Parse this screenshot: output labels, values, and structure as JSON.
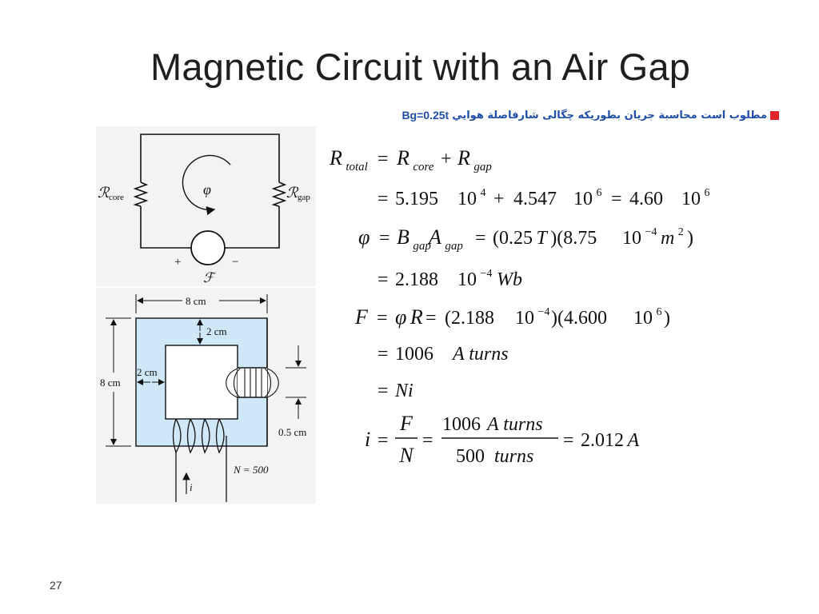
{
  "slide": {
    "title": "Magnetic Circuit with an Air Gap",
    "page_number": "27",
    "bullet": {
      "text": "مطلوب است محاسبة جريان بطوريكه چگالی شارفاصلة هوايي",
      "condition": "Bg=0.25t"
    }
  },
  "circuit_labels": {
    "r_core": "ℛ",
    "r_core_sub": "core",
    "r_gap": "ℛ",
    "r_gap_sub": "gap",
    "phi": "φ",
    "plus": "+",
    "minus": "−",
    "mmf": "ℱ"
  },
  "core_labels": {
    "width_top": "8 cm",
    "height_left": "8 cm",
    "thickness_top": "2 cm",
    "thickness_left": "2 cm",
    "gap": "0.5 cm",
    "turns": "N = 500",
    "current": "i"
  },
  "equations": {
    "e1": {
      "lhs": "R",
      "lhs_sub": "total",
      "eq": "=",
      "t1": "R",
      "t1_sub": "core",
      "plus": "+",
      "t2": "R",
      "t2_sub": "gap"
    },
    "e2": {
      "eq": "=",
      "a": "5.195",
      "b": "10",
      "b_exp": "4",
      "plus": "+",
      "c": "4.547",
      "d": "10",
      "d_exp": "6",
      "eq2": "=",
      "e": "4.60",
      "f": "10",
      "f_exp": "6"
    },
    "e3": {
      "lhs": "φ",
      "eq": "=",
      "b": "B",
      "b_sub": "gap",
      "a": "A",
      "a_sub": "gap",
      "eq2": "=",
      "open1": "(0.25",
      "T": "T",
      "close1": ")(8.75",
      "ten": "10",
      "ten_exp": "−4",
      "m": "m",
      "m_exp": "2",
      "close2": ")"
    },
    "e4": {
      "eq": "=",
      "val": "2.188",
      "ten": "10",
      "ten_exp": "−4",
      "unit": "Wb"
    },
    "e5": {
      "lhs": "F",
      "eq": "=",
      "phi": "φ",
      "r": "R",
      "eq2": "=",
      "p1": "(2.188",
      "ten1": "10",
      "ten1_exp": "−4",
      "p2": ")(4.600",
      "ten2": "10",
      "ten2_exp": "6",
      "p3": ")"
    },
    "e6": {
      "eq": "=",
      "val": "1006",
      "unit": "A turns"
    },
    "e7": {
      "eq": "=",
      "val": "Ni"
    },
    "e8": {
      "lhs": "i",
      "eq": "=",
      "num": "F",
      "den": "N",
      "eq2": "=",
      "num2_val": "1006",
      "num2_unit": "A turns",
      "den2_val": "500",
      "den2_unit": "turns",
      "eq3": "=",
      "result": "2.012",
      "result_unit": "A"
    }
  }
}
